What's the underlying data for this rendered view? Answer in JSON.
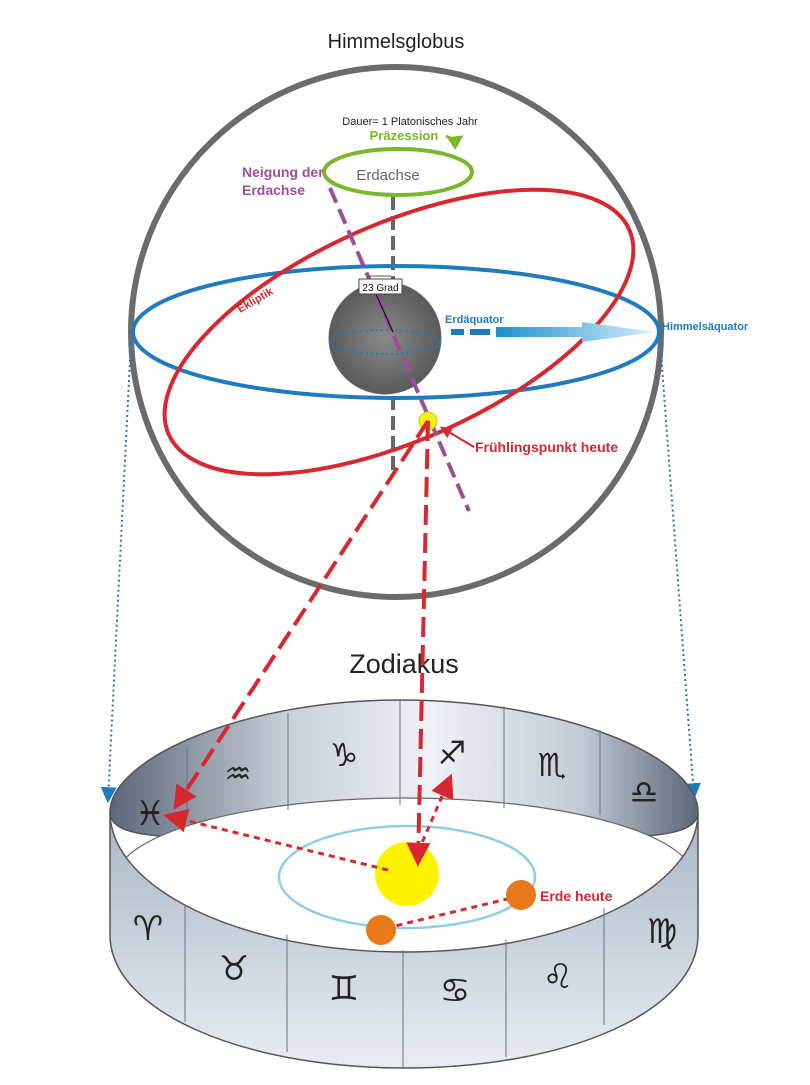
{
  "labels": {
    "globe_title": "Himmelsglobus",
    "duration": "Dauer= 1 Platonisches Jahr",
    "precession": "Präzession",
    "earth_axis": "Erdachse",
    "tilt_line1": "Neigung der",
    "tilt_line2": "Erdachse",
    "degrees": "23 Grad",
    "ecliptic": "Ekliptik",
    "earth_equator": "Erdäquator",
    "celestial_equator": "Himmelsäquator",
    "vernal_point": "Frühlingspunkt heute",
    "zodiac_title": "Zodiakus",
    "earth_today": "Erde heute"
  },
  "zodiac": {
    "back_signs": [
      "♓",
      "♒",
      "♑",
      "♐",
      "♏",
      "♎"
    ],
    "front_signs": [
      "♈",
      "♉",
      "♊",
      "♋",
      "♌",
      "♍"
    ]
  },
  "colors": {
    "globe": "#6b6b6b",
    "ecliptic": "#d7282f",
    "equator": "#1f7bc0",
    "precession": "#78b82a",
    "tilt_axis": "#9b4f96",
    "earth_axis": "#666666",
    "vernal_point": "#f7ef1a",
    "sun": "#fff200",
    "earth": "#e8791b",
    "orbit": "#8fcde9"
  }
}
